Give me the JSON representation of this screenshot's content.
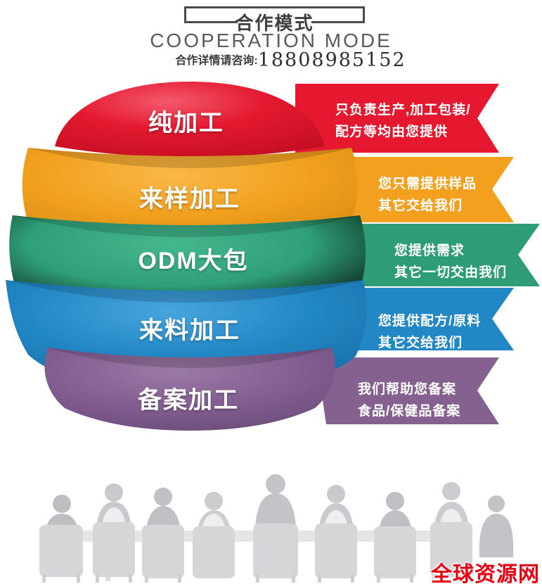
{
  "header": {
    "title_cn": "合作模式",
    "title_en": "COOPERATION MODE",
    "contact_prefix": "合作详情请咨询:",
    "phone": "18808985152"
  },
  "modes": [
    {
      "name": "纯加工",
      "desc_line1": "只负责生产,加工包装/",
      "desc_line2": "配方等均由您提供",
      "color": "#e5182f"
    },
    {
      "name": "来样加工",
      "desc_line1": "您只需提供样品",
      "desc_line2": "其它交给我们",
      "color": "#f2a01e"
    },
    {
      "name": "ODM大包",
      "desc_line1": "您提供需求",
      "desc_line2": "其它一切交由我们",
      "color": "#2e9c74"
    },
    {
      "name": "来料加工",
      "desc_line1": "您提供配方/原料",
      "desc_line2": "其它交给我们",
      "color": "#2187c5"
    },
    {
      "name": "备案加工",
      "desc_line1": "我们帮助您备案",
      "desc_line2": "食品/保健品备案",
      "color": "#85618f"
    }
  ],
  "watermark": {
    "text": "全球资源网",
    "color": "#e60012"
  },
  "footer_illustration": "meeting-people-silhouette"
}
